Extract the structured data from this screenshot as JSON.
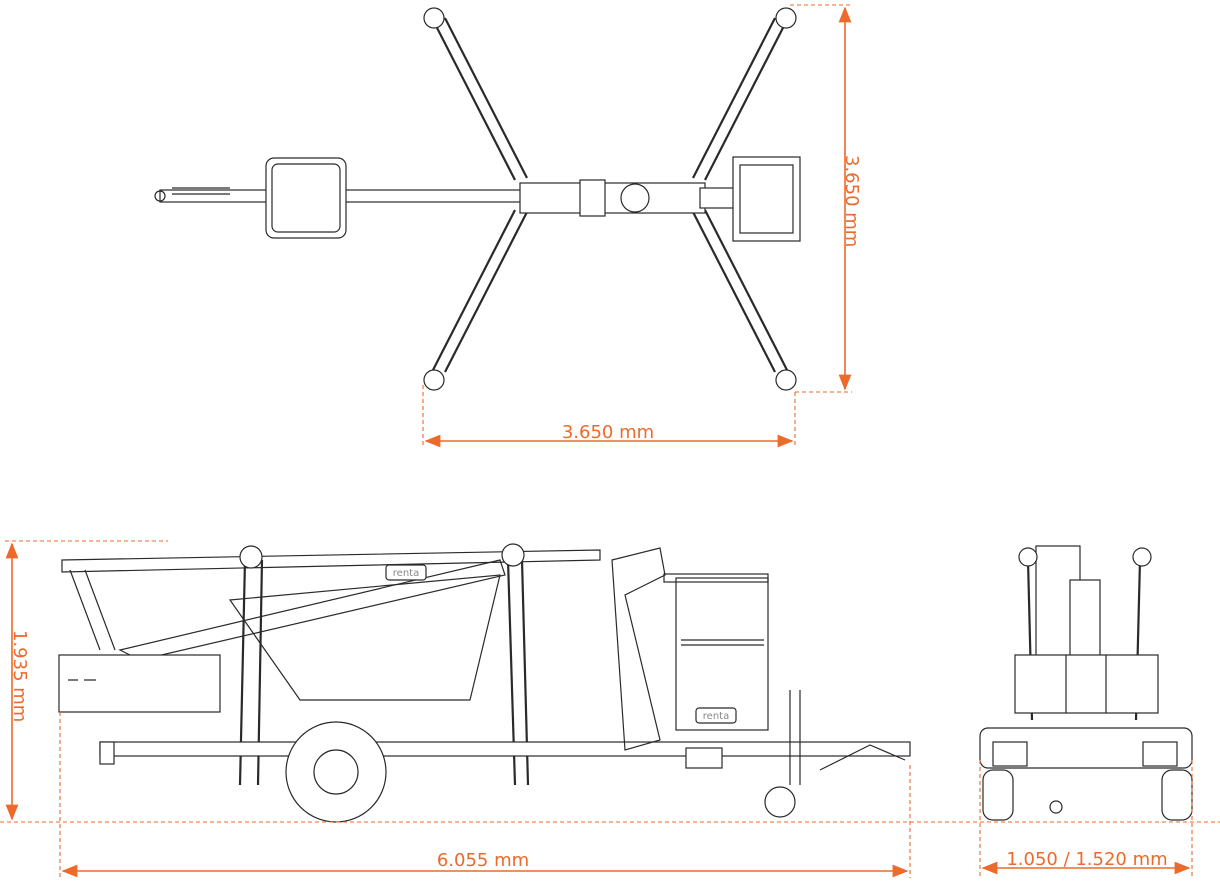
{
  "colors": {
    "dimension": "#ec6a2c",
    "line": "#2a2a2a"
  },
  "top_view": {
    "outrigger_depth_label": "3.650 mm",
    "outrigger_width_label": "3.650 mm"
  },
  "side_view": {
    "height_label": "1.935 mm",
    "length_label": "6.055 mm",
    "brand_boom": "renta",
    "brand_basket": "renta"
  },
  "rear_view": {
    "width_label": "1.050 / 1.520 mm"
  }
}
